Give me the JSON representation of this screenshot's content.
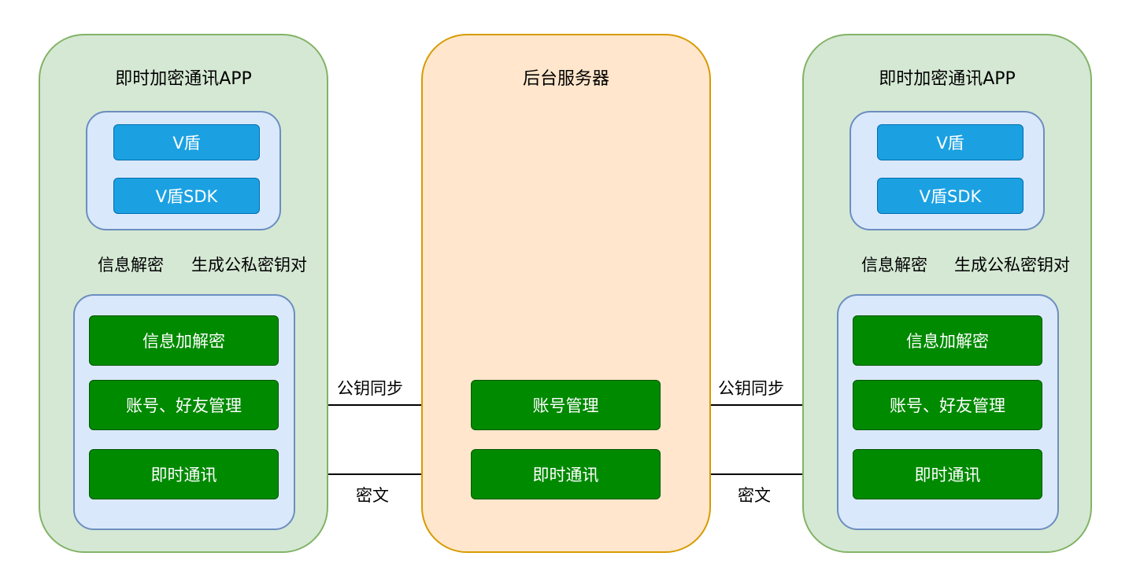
{
  "left_app": {
    "title": "即时加密通讯APP",
    "vdun": "V盾",
    "vdun_sdk": "V盾SDK",
    "decrypt_label": "信息解密",
    "keygen_label": "生成公私密钥对",
    "modules": [
      "信息加解密",
      "账号、好友管理",
      "即时通讯"
    ]
  },
  "server": {
    "title": "后台服务器",
    "modules": [
      "账号管理",
      "即时通讯"
    ]
  },
  "right_app": {
    "title": "即时加密通讯APP",
    "vdun": "V盾",
    "vdun_sdk": "V盾SDK",
    "decrypt_label": "信息解密",
    "keygen_label": "生成公私密钥对",
    "modules": [
      "信息加解密",
      "账号、好友管理",
      "即时通讯"
    ]
  },
  "connections": {
    "left_pubkey_sync": "公钥同步",
    "left_ciphertext": "密文",
    "right_pubkey_sync": "公钥同步",
    "right_ciphertext": "密文"
  }
}
